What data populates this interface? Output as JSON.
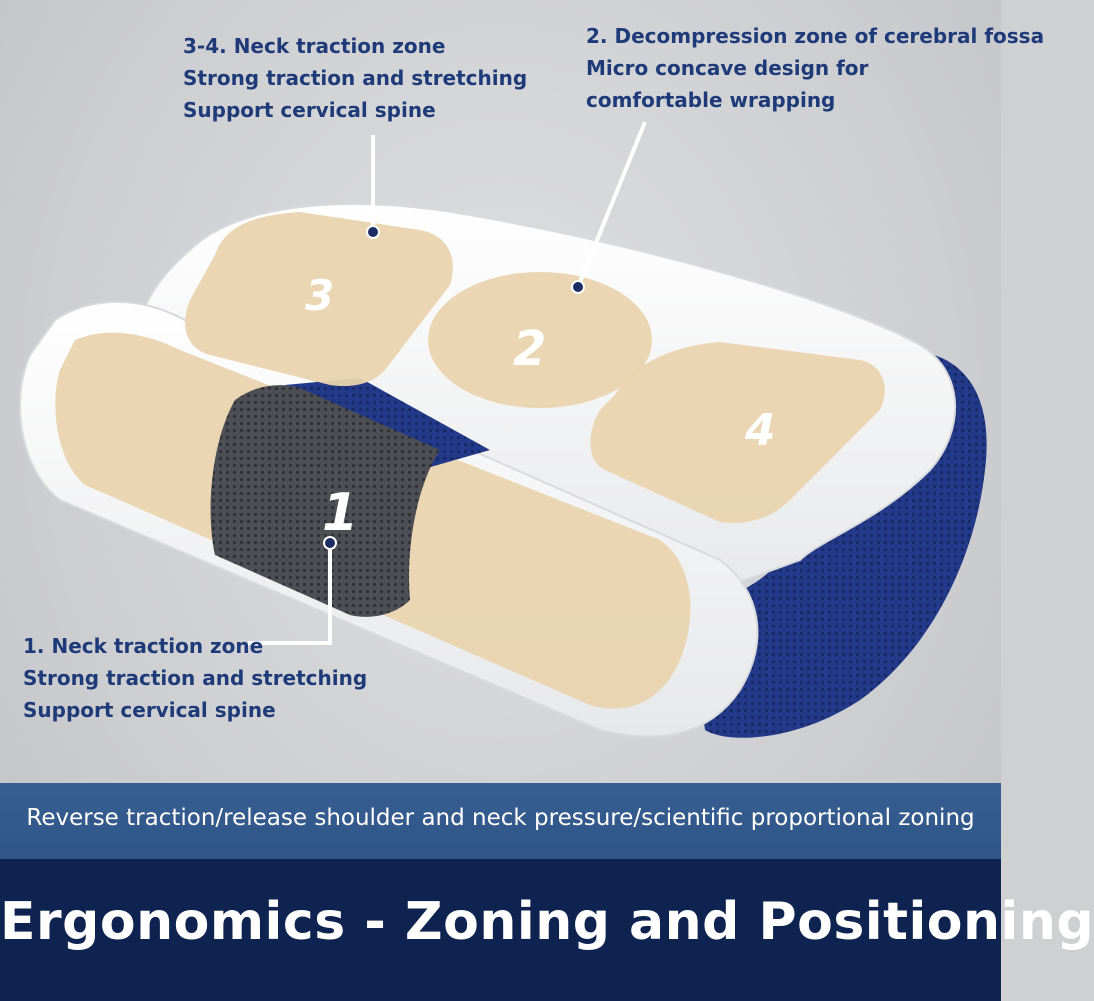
{
  "callouts": {
    "zone34": {
      "line1": "3-4. Neck traction zone",
      "line2": "Strong traction and stretching",
      "line3": "Support cervical spine"
    },
    "zone2": {
      "line1": "2. Decompression zone of cerebral fossa",
      "line2": "Micro concave design for",
      "line3": "comfortable wrapping"
    },
    "zone1": {
      "line1": "1. Neck traction zone",
      "line2": "Strong traction and stretching",
      "line3": "Support cervical spine"
    }
  },
  "zone_numbers": {
    "z1": "1",
    "z2": "2",
    "z3": "3",
    "z4": "4"
  },
  "subtitle": "Reverse traction/release shoulder and neck pressure/scientific proportional zoning",
  "headline": "Ergonomics - Zoning and Positioning",
  "colors": {
    "callout_text": "#1f3a78",
    "pad_beige": "#e8d2ac",
    "navy_fabric": "#1e3370",
    "subtitle_band": "#355b8e",
    "title_band": "#0f2350"
  }
}
